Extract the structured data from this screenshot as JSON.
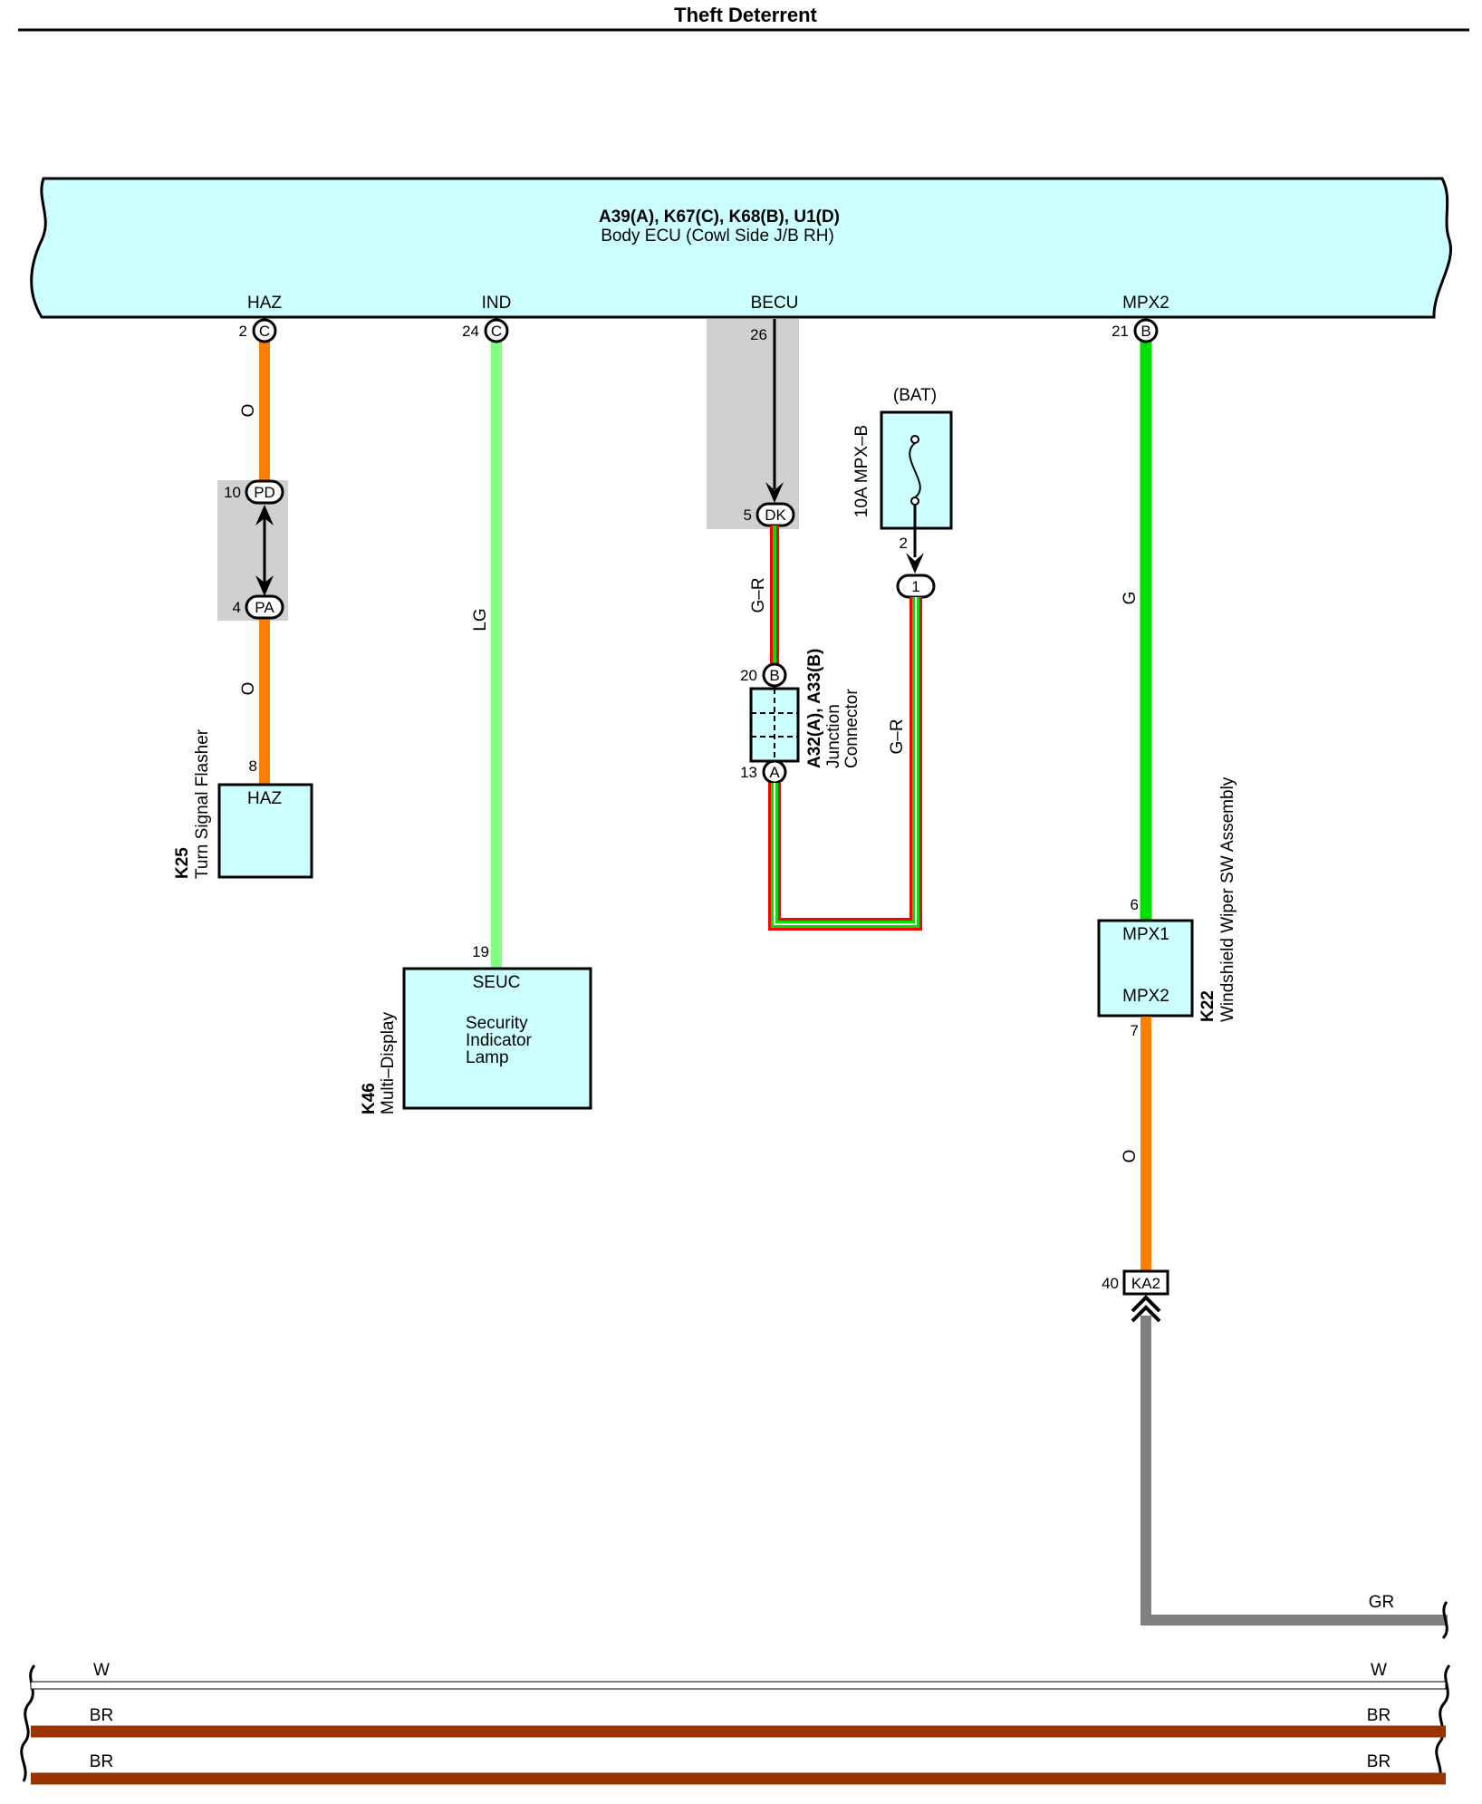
{
  "title": "Theft Deterrent",
  "body_ecu": {
    "code": "A39(A), K67(C), K68(B), U1(D)",
    "name": "Body ECU (Cowl Side J/B RH)",
    "terminals": {
      "haz": {
        "name": "HAZ",
        "pin": "2",
        "conn": "C"
      },
      "ind": {
        "name": "IND",
        "pin": "24",
        "conn": "C"
      },
      "becu": {
        "name": "BECU",
        "pin": "26"
      },
      "mpx2": {
        "name": "MPX2",
        "pin": "21",
        "conn": "B"
      }
    }
  },
  "wires": {
    "haz_upper": "O",
    "haz_lower": "O",
    "ind": "LG",
    "becu_dk": "G–R",
    "fuse_out": "G–R",
    "mpx2": "G",
    "wiper_out": "O",
    "ground": "GR"
  },
  "pd_pa": {
    "pd_pin": "10",
    "pd": "PD",
    "pa_pin": "4",
    "pa": "PA"
  },
  "dk_connector": {
    "pin": "5",
    "name": "DK"
  },
  "fuse": {
    "source": "(BAT)",
    "rating": "10A MPX–B",
    "out_pin": "2",
    "junction": "1"
  },
  "junction_connector": {
    "code": "A32(A), A33(B)",
    "name_line1": "Junction",
    "name_line2": "Connector",
    "top_pin": "20",
    "top_conn": "B",
    "bottom_pin": "13",
    "bottom_conn": "A"
  },
  "k25": {
    "code": "K25",
    "name": "Turn Signal Flasher",
    "pin": "8",
    "terminal": "HAZ"
  },
  "k46": {
    "code": "K46",
    "name": "Multi–Display",
    "pin": "19",
    "terminal": "SEUC",
    "line1": "Security",
    "line2": "Indicator",
    "line3": "Lamp"
  },
  "k22": {
    "code": "K22",
    "name": "Windshield Wiper SW Assembly",
    "in_pin": "6",
    "in_terminal": "MPX1",
    "out_terminal": "MPX2",
    "out_pin": "7"
  },
  "ka2": {
    "pin": "40",
    "name": "KA2"
  },
  "bus_lines": {
    "w": "W",
    "br1": "BR",
    "br2": "BR"
  },
  "colors": {
    "ecu_fill": "#ccffff",
    "orange": "#ff8000",
    "light_green": "#80ff80",
    "green": "#00e000",
    "red": "#ff0000",
    "gray_wire": "#808080",
    "brown": "#993300",
    "shade": "#d0d0d0"
  }
}
